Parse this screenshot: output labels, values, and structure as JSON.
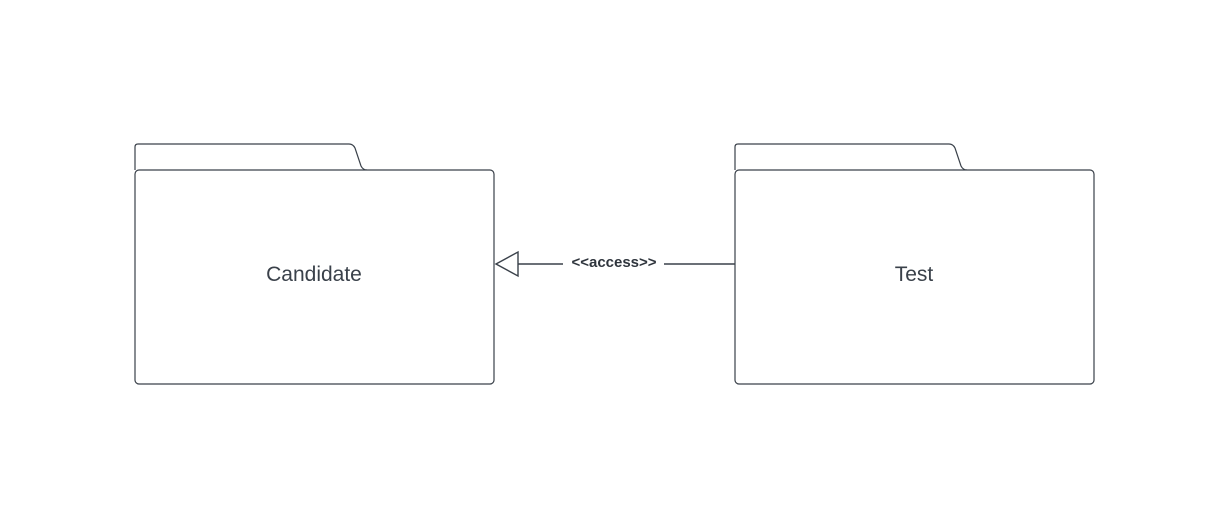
{
  "diagram": {
    "packages": {
      "left": {
        "label": "Candidate"
      },
      "right": {
        "label": "Test"
      }
    },
    "connector": {
      "label": "<<access>>",
      "type": "generalization-arrow"
    },
    "colors": {
      "stroke": "#3a414a",
      "text": "#3a414a",
      "background": "#ffffff"
    }
  }
}
